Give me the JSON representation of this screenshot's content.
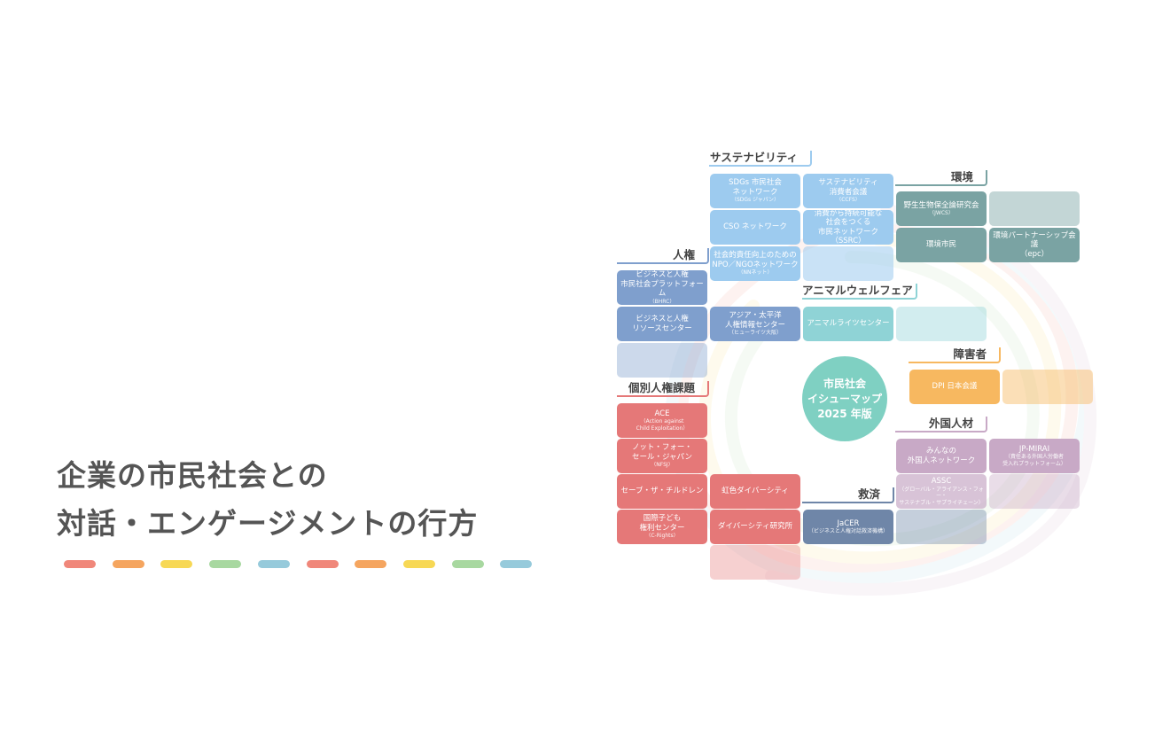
{
  "title": {
    "line1": "企業の市民社会との",
    "line2": "対話・エンゲージメントの行方"
  },
  "dash_colors": [
    "#f0877a",
    "#f5a55f",
    "#f7d855",
    "#a8d8a0",
    "#96cadb",
    "#f0877a",
    "#f5a55f",
    "#f7d855",
    "#a8d8a0",
    "#96cadb"
  ],
  "center": {
    "line1": "市民社会",
    "line2": "イシューマップ",
    "line3": "2025 年版"
  },
  "colors": {
    "sustainability": "#9dcbef",
    "human_rights": "#7f9fcd",
    "individual_rights": "#e57878",
    "environment": "#7aa3a3",
    "animal_welfare": "#8fd3d6",
    "disability": "#f7b860",
    "foreign_workers": "#c8a9c6",
    "relief": "#6f86a8"
  },
  "headers": {
    "sustainability": "サステナビリティ",
    "environment": "環境",
    "human_rights": "人権",
    "animal_welfare": "アニマルウェルフェア",
    "disability": "障害者",
    "individual_rights": "個別人権課題",
    "foreign_workers": "外国人材",
    "relief": "救済"
  },
  "cells": {
    "sdgs": {
      "main": "SDGs 市民社会\nネットワーク",
      "sub": "（SDGs ジャパン）"
    },
    "ccfs": {
      "main": "サステナビリティ\n消費者会議",
      "sub": "（CCFS）"
    },
    "cso": {
      "main": "CSO ネットワーク",
      "sub": ""
    },
    "ssrc": {
      "main": "消費から持続可能な\n社会をつくる\n市民ネットワーク（SSRC）",
      "sub": ""
    },
    "nnnet": {
      "main": "社会的責任向上のための\nNPO／NGOネットワーク",
      "sub": "（NNネット）"
    },
    "jwcs": {
      "main": "野生生物保全論研究会",
      "sub": "（JWCS）"
    },
    "env_citizens": {
      "main": "環境市民",
      "sub": ""
    },
    "epc": {
      "main": "環境パートナーシップ会議\n（epc）",
      "sub": ""
    },
    "bhrc": {
      "main": "ビジネスと人権\n市民社会プラットフォーム",
      "sub": "（BHRC）"
    },
    "bhr_resource": {
      "main": "ビジネスと人権\nリソースセンター",
      "sub": ""
    },
    "hurights": {
      "main": "アジア・太平洋\n人権情報センター",
      "sub": "（ヒューライツ大阪）"
    },
    "animal_rights": {
      "main": "アニマルライツセンター",
      "sub": ""
    },
    "dpi": {
      "main": "DPI 日本会議",
      "sub": ""
    },
    "ace": {
      "main": "ACE",
      "sub": "（Action against\nChild Exploitation）"
    },
    "npsj": {
      "main": "ノット・フォー・\nセール・ジャパン",
      "sub": "（NFSJ）"
    },
    "save": {
      "main": "セーブ・ザ・チルドレン",
      "sub": ""
    },
    "niji": {
      "main": "虹色ダイバーシティ",
      "sub": ""
    },
    "crights": {
      "main": "国際子ども\n権利センター",
      "sub": "（C-Rights）"
    },
    "diversity_lab": {
      "main": "ダイバーシティ研究所",
      "sub": ""
    },
    "minna": {
      "main": "みんなの\n外国人ネットワーク",
      "sub": ""
    },
    "jpmirai": {
      "main": "JP-MIRAI",
      "sub": "（責任ある外国人労働者\n受入れプラットフォーム）"
    },
    "assc": {
      "main": "ASSC",
      "sub": "（グローバル・アライアンス・フォー・\nサステナブル・サプライチェーン）"
    },
    "jacer": {
      "main": "JaCER",
      "sub": "（ビジネスと人権対話救済機構）"
    }
  }
}
